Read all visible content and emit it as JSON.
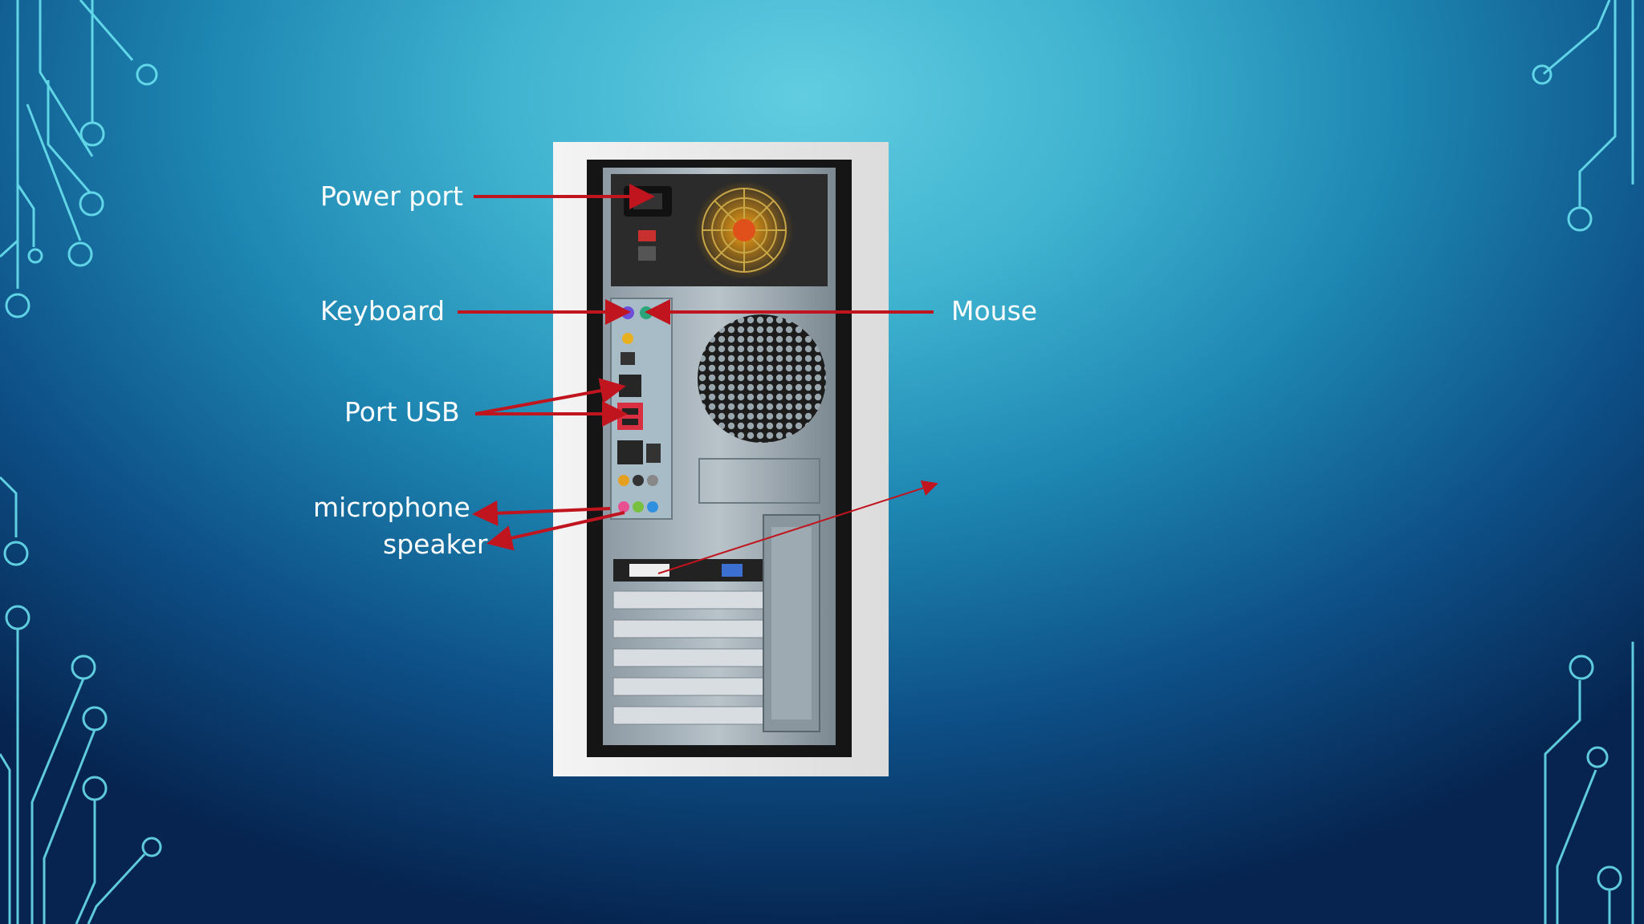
{
  "labels": {
    "power_port": "Power port",
    "keyboard": "Keyboard",
    "mouse": "Mouse",
    "port_usb": "Port USB",
    "microphone": "microphone",
    "speaker": "speaker"
  },
  "colors": {
    "arrow": "#c0141e",
    "label_text": "#ffffff",
    "circuit_lines": "#6ee8f4",
    "background_light": "#62cde0",
    "background_dark": "#06244f"
  },
  "icons": [
    "computer-tower-photo",
    "circuit-decoration"
  ]
}
